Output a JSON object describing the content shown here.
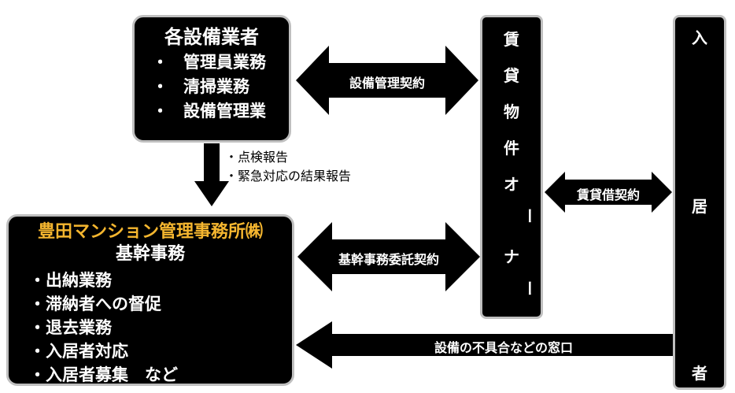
{
  "equipment_box": {
    "title": "各設備業者",
    "bullet": "・",
    "items": [
      "管理員業務",
      "清掃業務",
      "設備管理業"
    ]
  },
  "management_box": {
    "title": "豊田マンション管理事務所㈱",
    "subtitle": "基幹事務",
    "items": [
      "・出納業務",
      "・滞納者への督促",
      "・退去業務",
      "・入居者対応",
      "・入居者募集　など"
    ]
  },
  "owner": {
    "chars": [
      "賃",
      "貸",
      "物",
      "件",
      "オ",
      "ー",
      "ナ",
      "ー"
    ]
  },
  "tenant": {
    "chars": [
      "入",
      "居",
      "者"
    ]
  },
  "arrows": {
    "equipment_contract": "設備管理契約",
    "management_contract": "基幹事務委託契約",
    "lease_contract": "賃貸借契約",
    "defect_window": "設備の不具合などの窓口"
  },
  "report_notes": [
    "・点検報告",
    "・緊急対応の結果報告"
  ],
  "colors": {
    "box_fill": "#000000",
    "box_border": "#bfbfbf",
    "company_name": "#f5b62f"
  }
}
